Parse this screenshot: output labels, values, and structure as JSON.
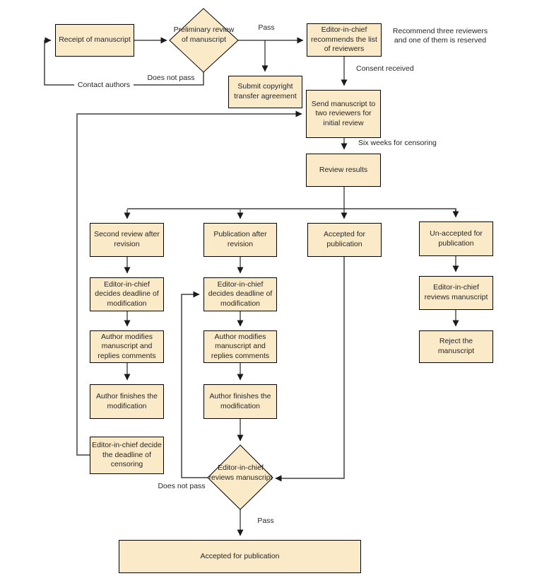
{
  "colors": {
    "background": "#ffffff",
    "node_fill": "#FBEAC8",
    "node_border": "#000000",
    "text": "#262626",
    "connector": "#262626",
    "connector_loop": "#404040",
    "connector_long": "#707070"
  },
  "nodes": {
    "receipt": "Receipt of manuscript",
    "preliminary_review": "Preliminary review of manuscript",
    "editor_recommends": "Editor-in-chief recommends the list of reviewers",
    "submit_copyright": "Submit copyright transfer agreement",
    "send_manuscript": "Send manuscript to two reviewers for initial review",
    "review_results": "Review results",
    "second_review": "Second review after revision",
    "publication_after_revision": "Publication after revision",
    "accepted_branch": "Accepted for publication",
    "unaccepted_branch": "Un-accepted for publication",
    "left_deadline_modification": "Editor-in-chief decides deadline of modification",
    "left_author_modifies": "Author modifies manuscript and replies comments",
    "left_author_finishes": "Author finishes the modification",
    "left_deadline_censoring": "Editor-in-chief decide the deadline of censoring",
    "mid_deadline_modification": "Editor-in-chief decides deadline of modification",
    "mid_author_modifies": "Author modifies manuscript and replies comments",
    "mid_author_finishes": "Author finishes the modification",
    "decision_review": "Editor-in-chief reviews manuscript",
    "right_editor_reviews": "Editor-in-chief reviews manuscript",
    "reject_manuscript": "Reject the manuscript",
    "final_accepted": "Accepted for publication"
  },
  "labels": {
    "pass_top": "Pass",
    "does_not_pass_top": "Does not pass",
    "contact_authors": "Contact authors",
    "recommend_note_line1": "Recommend three reviewers",
    "recommend_note_line2": "and one of them is reserved",
    "consent_received": "Consent received",
    "six_weeks": "Six weeks for censoring",
    "does_not_pass_bottom": "Does not pass",
    "pass_bottom": "Pass"
  }
}
